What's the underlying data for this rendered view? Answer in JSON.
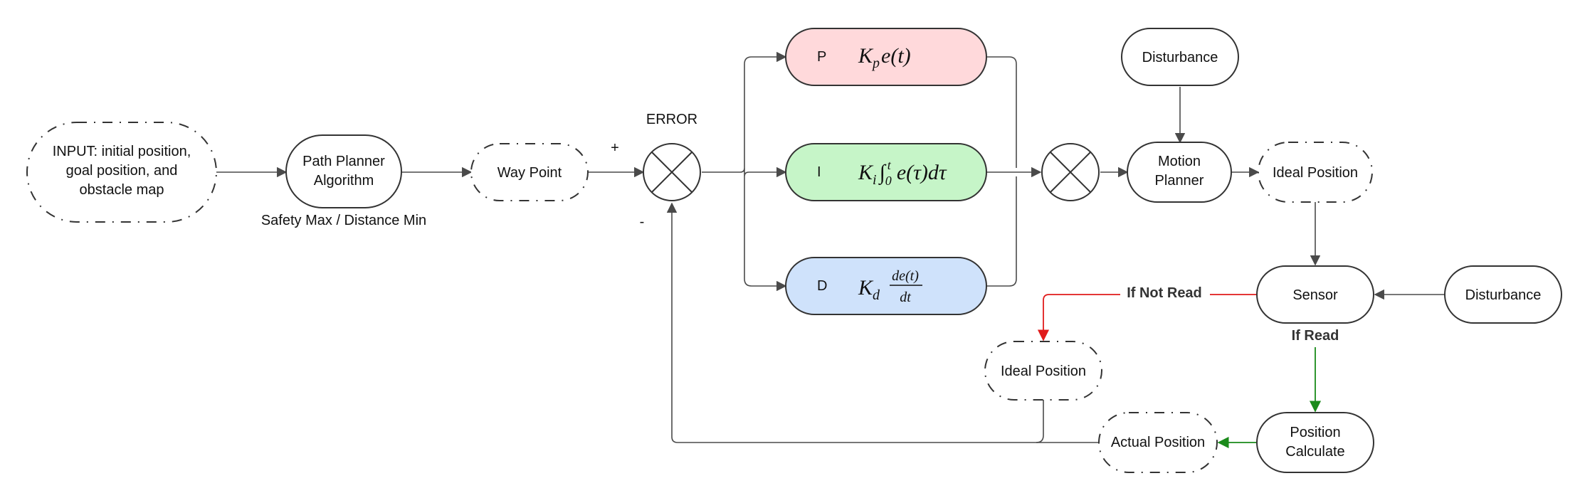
{
  "colors": {
    "p_fill": "#ffd9db",
    "i_fill": "#c6f5c8",
    "d_fill": "#cfe2fb",
    "planner_fill": "#e9e2c8",
    "edge": "#4a4a4a",
    "not_read_edge": "#e01b1b",
    "read_edge": "#1a8a1a"
  },
  "nodes": {
    "input": [
      "INPUT: initial position,",
      "goal position, and",
      "obstacle map"
    ],
    "path_planner": [
      "Path Planner",
      "Algorithm"
    ],
    "safety_caption": "Safety Max / Distance Min",
    "way_point": "Way Point",
    "error_label": "ERROR",
    "plus_sign": "+",
    "minus_sign": "-",
    "pid": {
      "p_letter": "P",
      "i_letter": "I",
      "d_letter": "D"
    },
    "disturbance_top": "Disturbance",
    "motion_planner": [
      "Motion",
      "Planner"
    ],
    "ideal_position_top": "Ideal Position",
    "sensor": "Sensor",
    "disturbance_right": "Disturbance",
    "ideal_position_mid": "Ideal Position",
    "position_calculate": [
      "Position",
      "Calculate"
    ],
    "actual_position": "Actual Position"
  },
  "edge_labels": {
    "not_read": "If Not Read",
    "read": "If Read"
  },
  "formulas": {
    "p": {
      "k": "K",
      "sub": "p",
      "rest": "e(t)"
    },
    "i": {
      "k": "K",
      "sub": "i",
      "int": "∫",
      "lower": "0",
      "upper": "t",
      "rest": "e(τ)dτ"
    },
    "d": {
      "k": "K",
      "sub": "d",
      "num": "de(t)",
      "den": "dt"
    }
  }
}
